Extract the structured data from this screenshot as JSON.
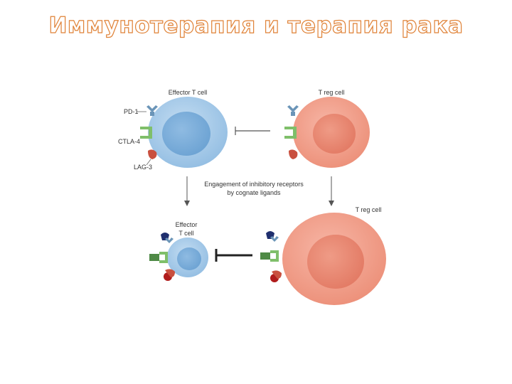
{
  "slide": {
    "title": "Иммунотерапия и терапия рака"
  },
  "diagram": {
    "top_effector_label": "Effector T cell",
    "top_treg_label": "T reg cell",
    "receptor_pd1": "PD-1",
    "receptor_ctla4": "CTLA-4",
    "receptor_lag3": "LAG-3",
    "middle_caption_line1": "Engagement of inhibitory receptors",
    "middle_caption_line2": "by cognate ligands",
    "bottom_effector_label_line1": "Effector",
    "bottom_effector_label_line2": "T cell",
    "bottom_treg_label": "T reg cell"
  },
  "colors": {
    "title_outline": "#e0843a",
    "effector_cell": "#a9cdea",
    "effector_nucleus": "#7fb2dd",
    "treg_cell": "#f2a593",
    "treg_nucleus": "#e98872",
    "pd1_receptor": "#6b95b8",
    "ctla4_receptor": "#7fbf6a",
    "lag3_receptor": "#c9503f",
    "ligand_dark_blue": "#1f2f6e",
    "ligand_red": "#b01c1c"
  }
}
